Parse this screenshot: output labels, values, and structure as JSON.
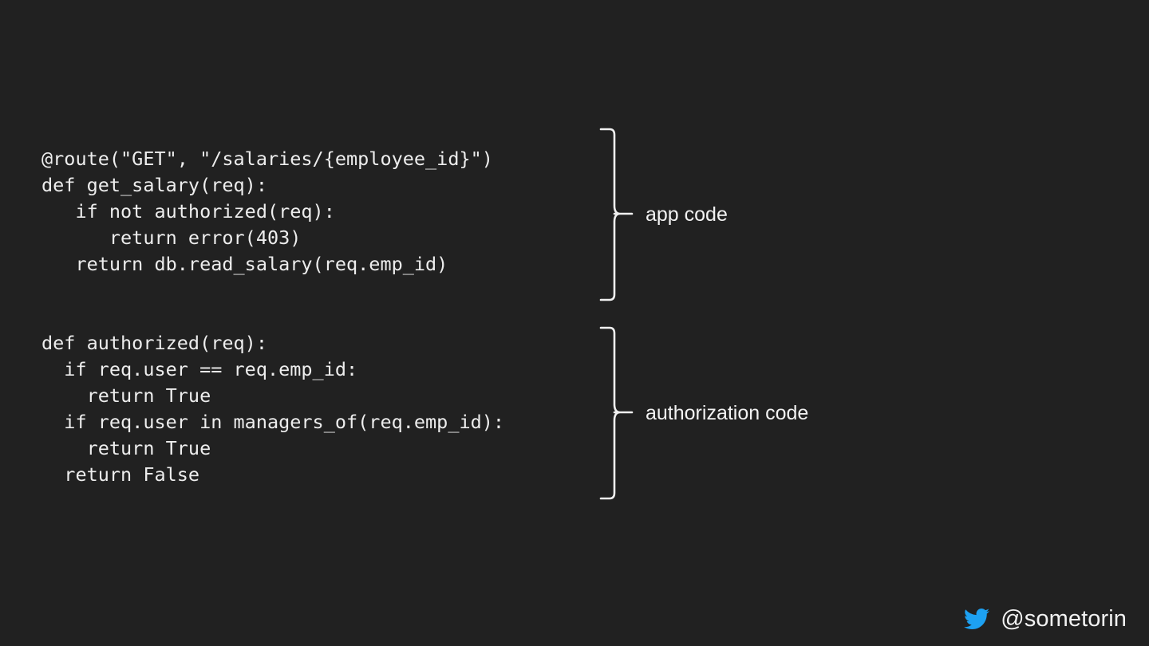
{
  "slide": {
    "background_color": "#212121",
    "code_color": "#ededed",
    "label_color": "#f2f2f2",
    "brace_color": "#f0f0f0",
    "accent_color": "#1da1f2"
  },
  "code_blocks": [
    {
      "id": "app",
      "label": "app code",
      "lines": [
        "@route(\"GET\", \"/salaries/{employee_id}\")",
        "def get_salary(req):",
        "   if not authorized(req):",
        "      return error(403)",
        "   return db.read_salary(req.emp_id)"
      ]
    },
    {
      "id": "auth",
      "label": "authorization code",
      "lines": [
        "def authorized(req):",
        "  if req.user == req.emp_id:",
        "    return True",
        "  if req.user in managers_of(req.emp_id):",
        "    return True",
        "  return False"
      ]
    }
  ],
  "annotations": {
    "app_code_label": "app code",
    "authorization_code_label": "authorization code"
  },
  "footer": {
    "twitter_handle": "@sometorin",
    "twitter_icon": "twitter-bird-icon",
    "twitter_icon_color": "#1da1f2"
  }
}
